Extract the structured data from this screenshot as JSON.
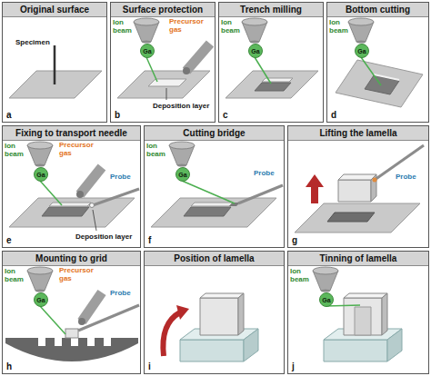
{
  "diagram": {
    "nodes": [
      {
        "text": [
          "Original surface",
          "a"
        ]
      },
      {
        "text": [
          "Surface protection",
          "b"
        ]
      },
      {
        "text": [
          "Ga"
        ],
        "in": 1
      },
      {
        "text": [
          "Trench milling",
          "c"
        ]
      },
      {
        "text": [
          "Ga"
        ],
        "in": 3
      },
      {
        "text": [
          "Bottom cutting",
          "d"
        ]
      },
      {
        "text": [
          "Ga"
        ],
        "in": 5
      },
      {
        "text": [
          "Fixing to transport needle",
          "e"
        ]
      },
      {
        "text": [
          "Ga"
        ],
        "in": 7
      },
      {
        "text": [
          "Cutting bridge",
          "f"
        ]
      },
      {
        "text": [
          "Ga"
        ],
        "in": 9
      },
      {
        "text": [
          "Lifting the lamella",
          "g"
        ]
      },
      {
        "text": [
          "Mounting to grid",
          "h"
        ]
      },
      {
        "text": [
          "Ga"
        ],
        "in": 12
      },
      {
        "text": [
          "Position of lamella",
          "i"
        ]
      },
      {
        "text": [
          "Tinning of lamella",
          "j"
        ]
      },
      {
        "text": [
          "Ga"
        ],
        "in": 15
      }
    ],
    "labels": [
      "Specimen",
      "Ion beam",
      "Precursor gas",
      "Deposition layer",
      "Ion beam",
      "Ion beam",
      "Ion beam",
      "Precursor gas",
      "Probe",
      "Deposition layer",
      "Ion beam",
      "Probe",
      "Probe",
      "Ion beam",
      "Precursor gas",
      "Probe",
      "Ion beam"
    ]
  }
}
